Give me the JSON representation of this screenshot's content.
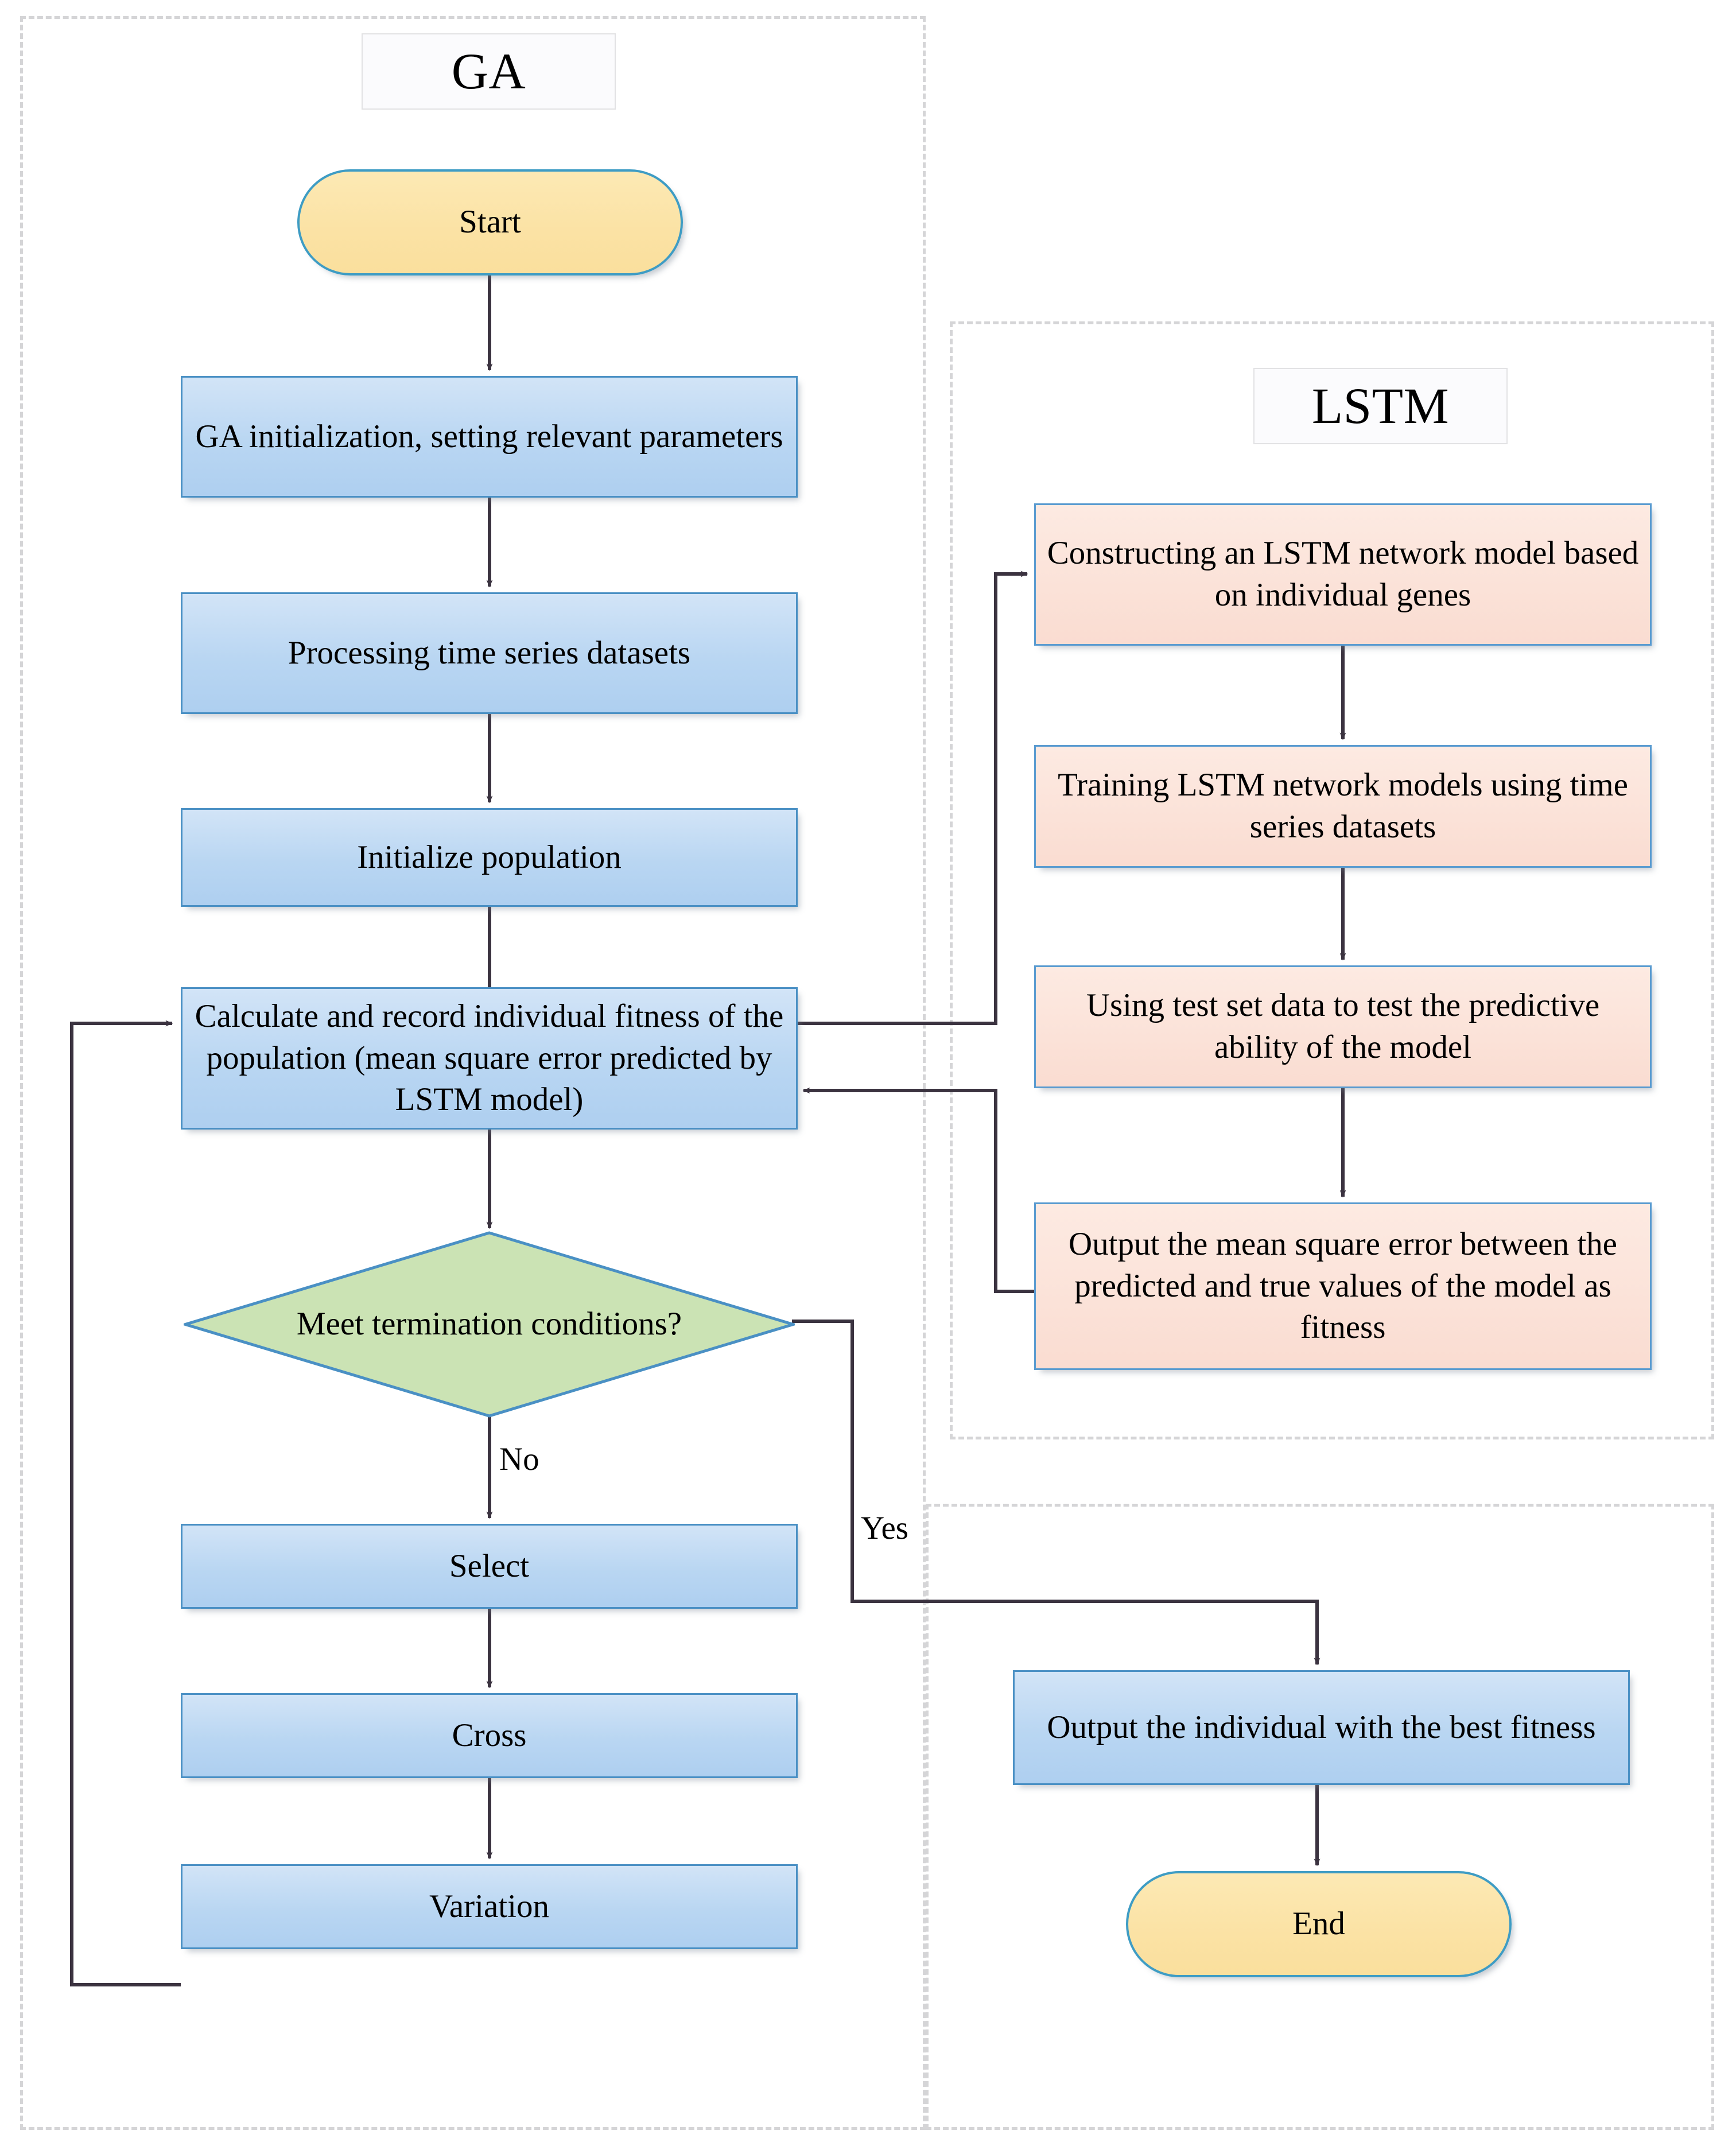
{
  "diagram": {
    "type": "flowchart",
    "title": "GA-LSTM hybrid optimization flowchart",
    "colors": {
      "process_blue_fill": "#bfd9f2",
      "process_blue_border": "#4a90c4",
      "process_pink_fill": "#fbe2d8",
      "process_pink_border": "#5a9bd0",
      "terminator_fill": "#fbe2a4",
      "terminator_border": "#3e9cc4",
      "decision_fill": "#cbe3b4",
      "decision_border": "#4a90c4",
      "connector_stroke": "#3b3340",
      "group_dash": "#d5d5d7"
    }
  },
  "groups": [
    {
      "id": "ga",
      "label": "GA"
    },
    {
      "id": "lstm",
      "label": "LSTM"
    }
  ],
  "nodes": {
    "start": "Start",
    "ga_init": "GA initialization, setting relevant parameters",
    "process_data": "Processing time series datasets",
    "init_population": "Initialize population",
    "calc_fitness": "Calculate and record individual fitness of the population (mean square error predicted by LSTM model)",
    "decision": "Meet termination conditions?",
    "select": "Select",
    "cross": "Cross",
    "variation": "Variation",
    "lstm_construct": "Constructing an LSTM network model based on individual genes",
    "lstm_train": "Training LSTM network models using time series datasets",
    "lstm_test": "Using test set data to test the predictive ability of the model",
    "lstm_output": "Output the mean square error between the predicted and true values of the model as fitness",
    "output_best": "Output the individual with the best fitness",
    "end": "End"
  },
  "edge_labels": {
    "no": "No",
    "yes": "Yes"
  }
}
